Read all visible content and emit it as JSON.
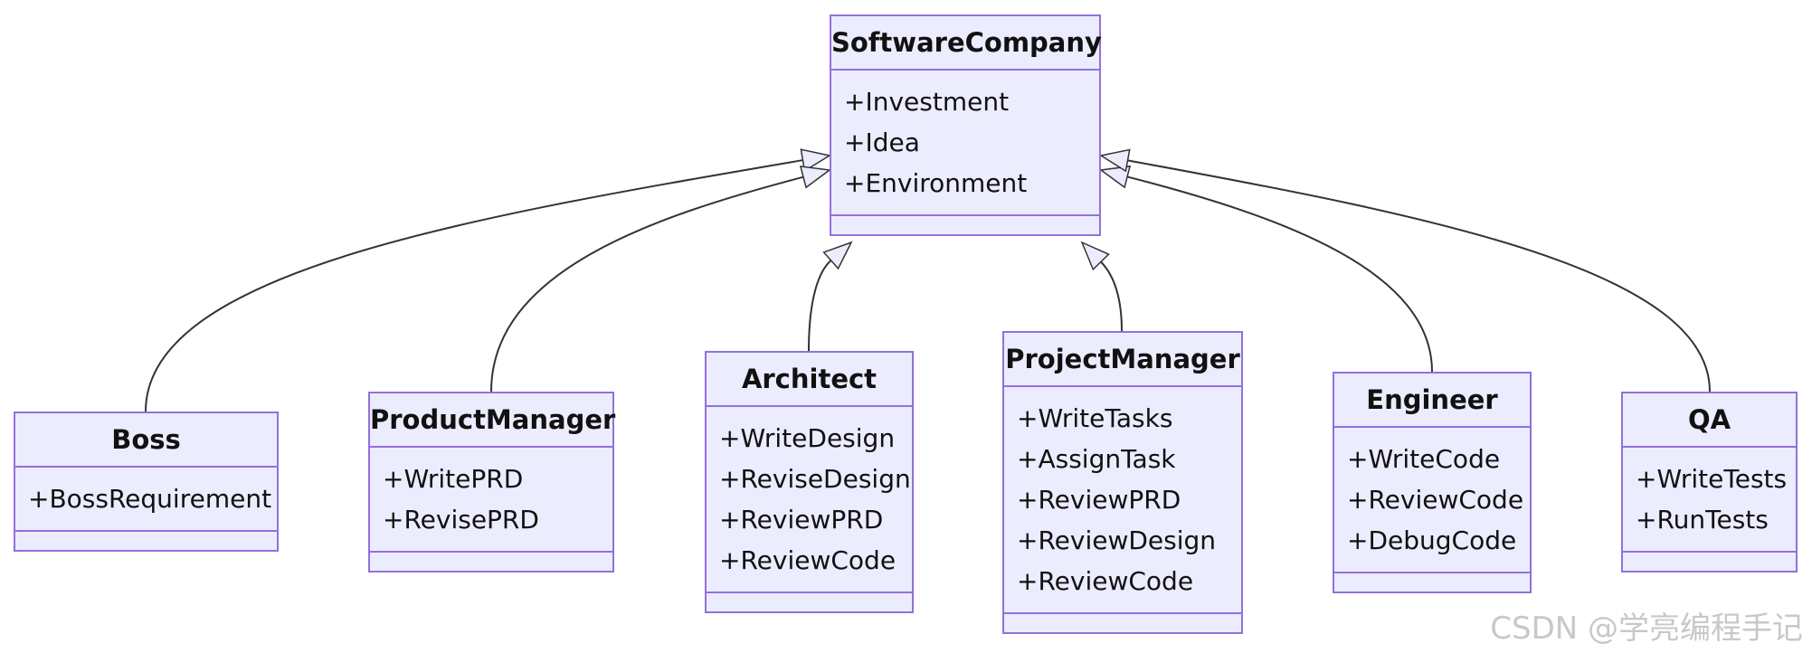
{
  "diagram": {
    "type": "class-diagram",
    "colors": {
      "box_fill": "#ececff",
      "box_border": "#9370db",
      "edge": "#333333",
      "text": "#111111"
    },
    "classes": [
      {
        "id": "SoftwareCompany",
        "name": "SoftwareCompany",
        "attributes": [
          "+Investment",
          "+Idea",
          "+Environment"
        ]
      },
      {
        "id": "Boss",
        "name": "Boss",
        "attributes": [
          "+BossRequirement"
        ]
      },
      {
        "id": "ProductManager",
        "name": "ProductManager",
        "attributes": [
          "+WritePRD",
          "+RevisePRD"
        ]
      },
      {
        "id": "Architect",
        "name": "Architect",
        "attributes": [
          "+WriteDesign",
          "+ReviseDesign",
          "+ReviewPRD",
          "+ReviewCode"
        ]
      },
      {
        "id": "ProjectManager",
        "name": "ProjectManager",
        "attributes": [
          "+WriteTasks",
          "+AssignTask",
          "+ReviewPRD",
          "+ReviewDesign",
          "+ReviewCode"
        ]
      },
      {
        "id": "Engineer",
        "name": "Engineer",
        "attributes": [
          "+WriteCode",
          "+ReviewCode",
          "+DebugCode"
        ]
      },
      {
        "id": "QA",
        "name": "QA",
        "attributes": [
          "+WriteTests",
          "+RunTests"
        ]
      }
    ],
    "relations": [
      {
        "from": "Boss",
        "to": "SoftwareCompany",
        "type": "inheritance"
      },
      {
        "from": "ProductManager",
        "to": "SoftwareCompany",
        "type": "inheritance"
      },
      {
        "from": "Architect",
        "to": "SoftwareCompany",
        "type": "inheritance"
      },
      {
        "from": "ProjectManager",
        "to": "SoftwareCompany",
        "type": "inheritance"
      },
      {
        "from": "Engineer",
        "to": "SoftwareCompany",
        "type": "inheritance"
      },
      {
        "from": "QA",
        "to": "SoftwareCompany",
        "type": "inheritance"
      }
    ]
  },
  "watermark": "CSDN @学亮编程手记"
}
